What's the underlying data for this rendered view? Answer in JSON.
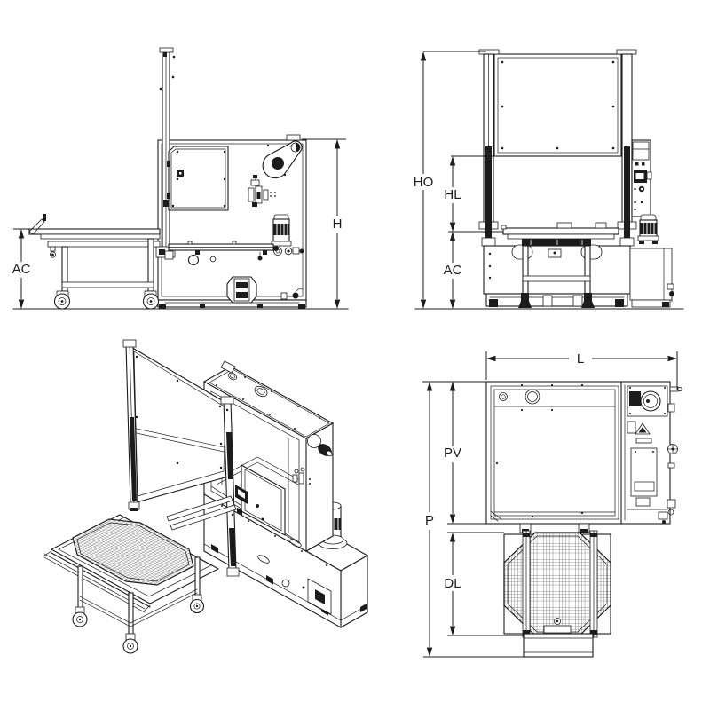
{
  "page": {
    "background": "#ffffff",
    "line_color": "#1c1c1c",
    "mesh_color": "#2a2a2a"
  },
  "dimensions": {
    "side_view": {
      "height": "H",
      "cart_height": "AC"
    },
    "front_view": {
      "total_height": "HO",
      "hood_lift": "HL",
      "cart_height": "AC"
    },
    "plan_view": {
      "width": "L",
      "total_depth": "P",
      "chamber_depth": "PV",
      "basket_extension": "DL"
    }
  }
}
